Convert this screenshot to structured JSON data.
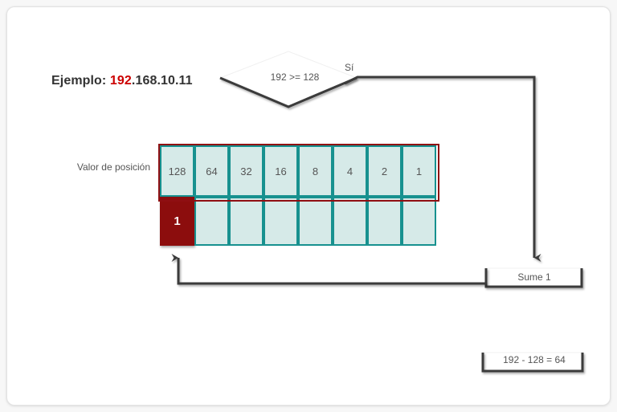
{
  "page": {
    "background": "#f7f7f7",
    "panel_background": "#ffffff",
    "panel_border": "#e3e3e3"
  },
  "title": {
    "prefix": "Ejemplo: ",
    "highlight": "192",
    "rest": ".168.10.11",
    "highlight_color": "#cc0000",
    "text_color": "#333333"
  },
  "decision": {
    "text": "192 >= 128",
    "branch_label": "Sí",
    "shape": "diamond",
    "stroke": "#3a3a3a"
  },
  "table": {
    "row_label": "Valor de posición",
    "header_outline_color": "#8f0f12",
    "cell_fill": "#d6eae8",
    "cell_border": "#17918f",
    "filled_fill": "#8c0d0d",
    "filled_text": "#ffffff",
    "place_values": [
      "128",
      "64",
      "32",
      "16",
      "8",
      "4",
      "2",
      "1"
    ],
    "bits": [
      "1",
      "",
      "",
      "",
      "",
      "",
      "",
      ""
    ]
  },
  "process": {
    "add_label": "Sume 1",
    "calc_label": "192 - 128 = 64"
  },
  "connectors": {
    "stroke": "#3a3a3a",
    "yes_path_description": "decision-right to add-box",
    "loop_path_description": "add-box to filled-cell"
  }
}
